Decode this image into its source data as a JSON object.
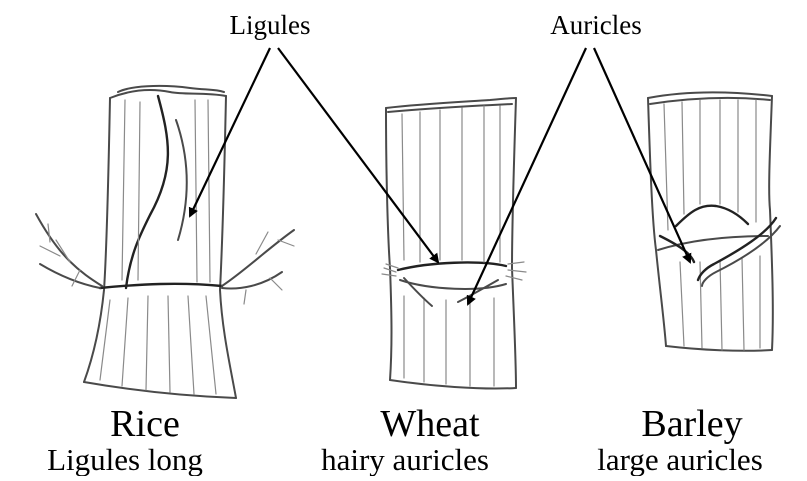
{
  "labels": {
    "ligules": "Ligules",
    "auricles": "Auricles"
  },
  "plants": [
    {
      "name": "Rice",
      "description": "Ligules long"
    },
    {
      "name": "Wheat",
      "description": "hairy auricles"
    },
    {
      "name": "Barley",
      "description": "large auricles"
    }
  ]
}
